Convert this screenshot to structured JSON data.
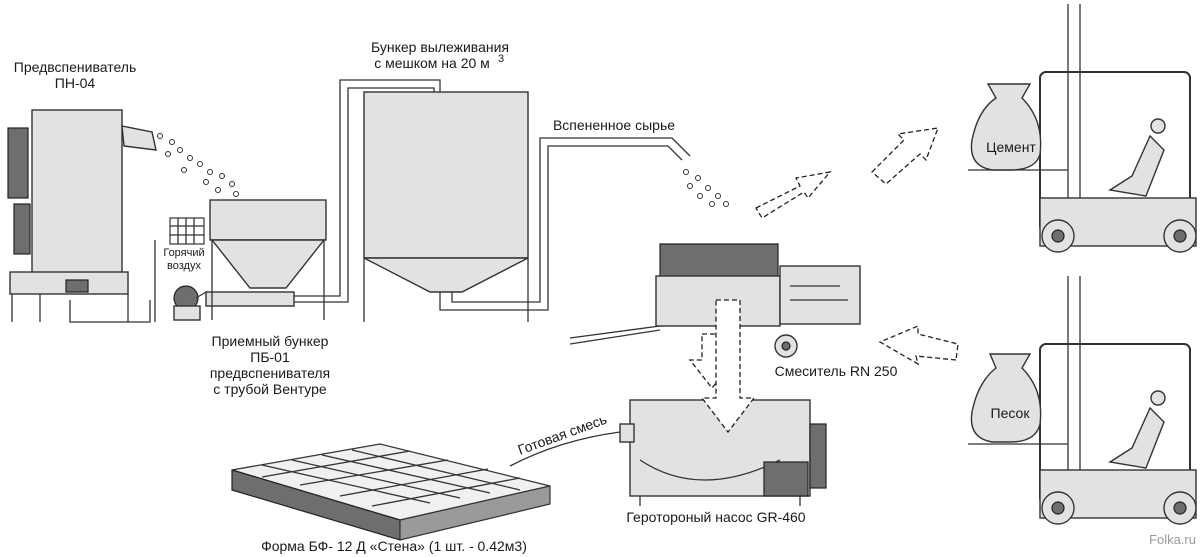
{
  "labels": {
    "prefoamer_l1": "Предвспениватель",
    "prefoamer_l2": "ПН-04",
    "hot_air_l1": "Горячий",
    "hot_air_l2": "воздух",
    "receiver_l1": "Приемный бункер",
    "receiver_l2": "ПБ-01",
    "receiver_l3": "предвспенивателя",
    "receiver_l4": "с трубой Вентуре",
    "silo_l1": "Бункер вылеживания",
    "silo_l2": "с мешком на 20 м",
    "silo_sup": "3",
    "foamed": "Вспененное сырье",
    "cement": "Цемент",
    "sand": "Песок",
    "mixer": "Смеситель RN 250",
    "pump": "Геротороный насос GR-460",
    "ready_mix": "Готовая смесь",
    "form": "Форма БФ- 12 Д «Стена» (1 шт. - 0.42м3)",
    "watermark": "Folka.ru"
  },
  "colors": {
    "metal": "#e2e2e2",
    "dark": "#6e6e6e",
    "line": "#333333"
  }
}
